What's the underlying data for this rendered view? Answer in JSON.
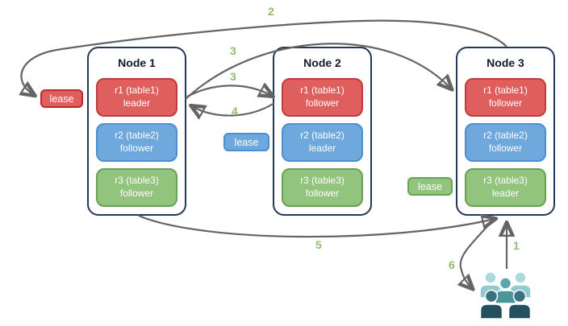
{
  "diagram_title": "replication-leases-diagram",
  "nodes": [
    {
      "title": "Node 1",
      "replicas": [
        {
          "name": "r1 (table1)",
          "role": "leader",
          "color": "red"
        },
        {
          "name": "r2 (table2)",
          "role": "follower",
          "color": "blue"
        },
        {
          "name": "r3 (table3)",
          "role": "follower",
          "color": "green"
        }
      ]
    },
    {
      "title": "Node 2",
      "replicas": [
        {
          "name": "r1 (table1)",
          "role": "follower",
          "color": "red"
        },
        {
          "name": "r2 (table2)",
          "role": "leader",
          "color": "blue"
        },
        {
          "name": "r3 (table3)",
          "role": "follower",
          "color": "green"
        }
      ]
    },
    {
      "title": "Node 3",
      "replicas": [
        {
          "name": "r1 (table1)",
          "role": "follower",
          "color": "red"
        },
        {
          "name": "r2 (table2)",
          "role": "follower",
          "color": "blue"
        },
        {
          "name": "r3 (table3)",
          "role": "leader",
          "color": "green"
        }
      ]
    }
  ],
  "leases": [
    {
      "label": "lease",
      "color": "red"
    },
    {
      "label": "lease",
      "color": "blue"
    },
    {
      "label": "lease",
      "color": "green"
    }
  ],
  "steps": [
    "1",
    "2",
    "3",
    "3",
    "4",
    "5",
    "6"
  ],
  "icons": {
    "users": "users-group-icon"
  },
  "colors": {
    "red_fill": "#df5f5f",
    "red_border": "#c23b3b",
    "blue_fill": "#6fa8dc",
    "blue_border": "#4d8ece",
    "green_fill": "#93c47d",
    "green_border": "#66a352",
    "node_border": "#24385b",
    "arrow": "#646464",
    "step_label": "#8fbe6e",
    "users_light": "#a9dade",
    "users_mid": "#5aa7ae",
    "users_dark": "#24505e"
  }
}
